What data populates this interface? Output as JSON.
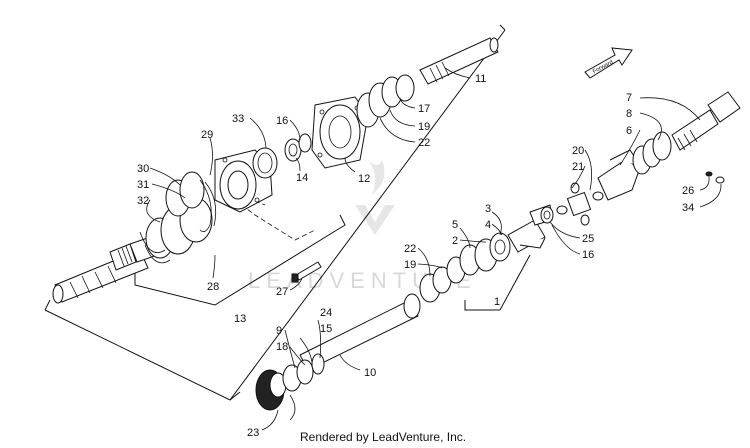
{
  "footer": {
    "text": "Rendered by LeadVenture, Inc."
  },
  "watermark": {
    "text": "LEADVENTURE"
  },
  "forward_arrow": {
    "label": "Forward"
  },
  "callouts": [
    "1",
    "2",
    "3",
    "4",
    "5",
    "6",
    "7",
    "8",
    "9",
    "10",
    "11",
    "12",
    "13",
    "14",
    "15",
    "16",
    "17",
    "18",
    "19",
    "20",
    "21",
    "22",
    "23",
    "24",
    "25",
    "26",
    "27",
    "28",
    "29",
    "30",
    "31",
    "32",
    "33",
    "34",
    "16",
    "19",
    "22"
  ],
  "colors": {
    "line": "#111111",
    "watermark": "#d8d8d8",
    "background": "#ffffff"
  }
}
